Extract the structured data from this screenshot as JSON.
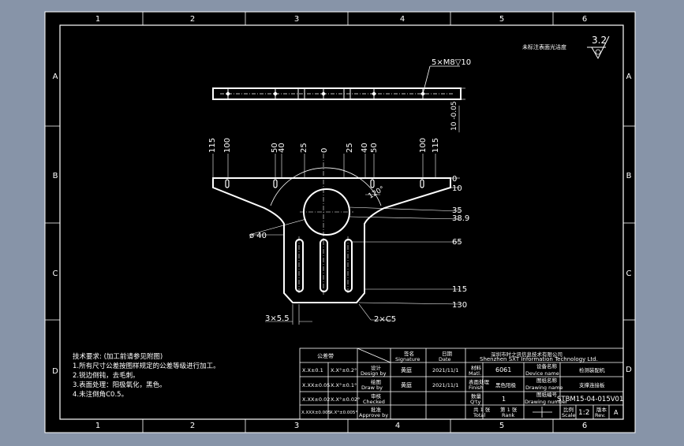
{
  "background": "#8794a8",
  "sheet_color": "#000000",
  "line_color": "#ffffff",
  "dim_color": "#ffffff",
  "grid": {
    "top_numbers": [
      "1",
      "2",
      "3",
      "4",
      "5",
      "6"
    ],
    "bottom_numbers": [
      "1",
      "2",
      "3",
      "4",
      "5",
      "6"
    ],
    "side_letters": [
      "A",
      "B",
      "C",
      "D"
    ]
  },
  "roughness": {
    "value": "3.2",
    "note": "未标注表面光洁度"
  },
  "dimensions": {
    "holes": "5×M8▽10",
    "thickness": "10 -0.05",
    "top_ticks": [
      "115",
      "100",
      "50",
      "40",
      "25",
      "0",
      "25",
      "40",
      "50",
      "100",
      "115"
    ],
    "right_zero": "0",
    "right_10": "10",
    "angle": "120°",
    "diameter": "ø 40",
    "r35": "35",
    "r389": "38.9",
    "r65": "65",
    "r115": "115",
    "r130": "130",
    "slots": "3×5.5",
    "chamfer": "2×C5"
  },
  "tech_notes": [
    "技术要求: (加工前请参见附图)",
    "1.所有尺寸公差按图样规定的公差等级进行加工。",
    "2.锐边倒钝，去毛刺。",
    "3.表面处理：阳极氧化，黑色。",
    "4.未注倒角C0.5。"
  ],
  "title_block": {
    "tol_header": "公差带",
    "tol_rows": [
      [
        "X.X±0.1",
        "X.X°±0.2°"
      ],
      [
        "X.XX±0.05",
        "X.X°±0.1°"
      ],
      [
        "X.XX±0.02",
        "X.X°±0.02°"
      ],
      [
        "X.XXX±0.005",
        "X.X°±0.005°"
      ]
    ],
    "roles": [
      {
        "cn": "设计",
        "en": "Design by"
      },
      {
        "cn": "绘图",
        "en": "Draw by"
      },
      {
        "cn": "审核",
        "en": "Checked"
      },
      {
        "cn": "批准",
        "en": "Approve by"
      }
    ],
    "sig_header": {
      "cn": "签名",
      "en": "Signature"
    },
    "date_header": {
      "cn": "日期",
      "en": "Date"
    },
    "signatures": [
      "黄庭",
      "黄庭",
      "",
      ""
    ],
    "dates": [
      "2021/11/1",
      "2021/11/1",
      "",
      ""
    ],
    "company_cn": "深圳市时之讯信息技术有限公司",
    "company_en": "Shenzhen SXT Information Technology Ltd.",
    "material_label": {
      "cn": "材料",
      "en": "Matl."
    },
    "material": "6061",
    "finish_label": {
      "cn": "表面处理",
      "en": "Finish"
    },
    "finish": "黑色阳极",
    "qty_label": {
      "cn": "数量",
      "en": "Q'ty"
    },
    "qty": "1",
    "device_label": {
      "cn": "设备名称",
      "en": "Device name"
    },
    "device_name": "检测装配机",
    "drawing_label": {
      "cn": "图纸名称",
      "en": "Drawing name"
    },
    "drawing_name": "支撑连接板",
    "number_label": {
      "cn": "图纸编号",
      "en": "Drawing number"
    },
    "drawing_number": "STBM15-04-015V01",
    "total_label": {
      "cn": "共 1 张",
      "en": "Total"
    },
    "rank_label": {
      "cn": "第 1 张",
      "en": "Rank"
    },
    "scale_label": {
      "cn": "比例",
      "en": "Scale"
    },
    "scale": "1:2",
    "rev_label": {
      "cn": "版本",
      "en": "Rev."
    },
    "rev": "A"
  }
}
